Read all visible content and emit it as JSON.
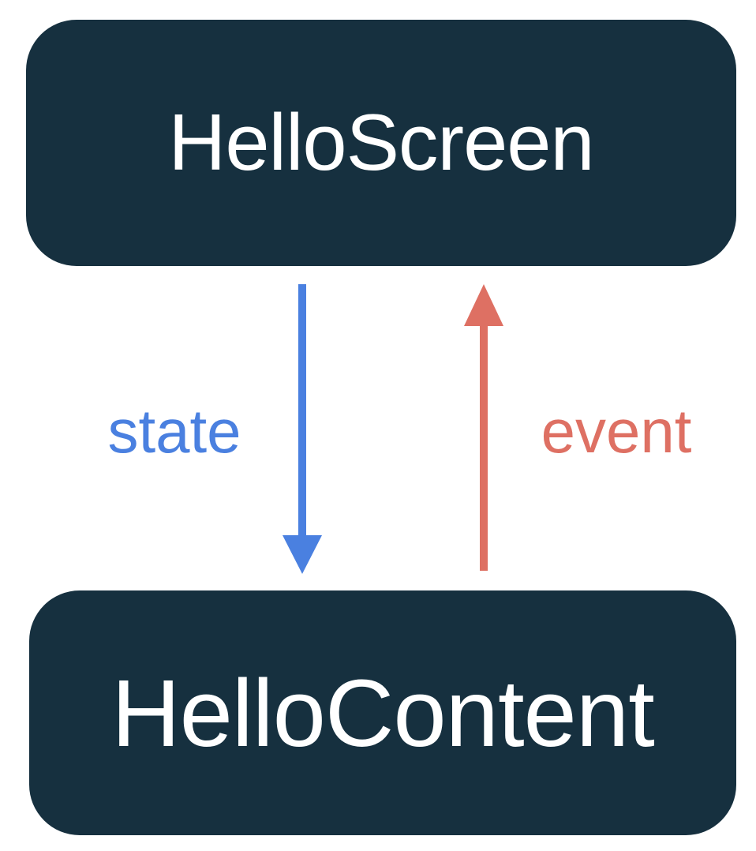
{
  "diagram": {
    "title": "unidirectional-data-flow",
    "nodes": [
      {
        "id": "hello-screen",
        "label": "HelloScreen"
      },
      {
        "id": "hello-content",
        "label": "HelloContent"
      }
    ],
    "arrows": [
      {
        "id": "state",
        "label": "state",
        "direction": "down",
        "from": "hello-screen",
        "to": "hello-content"
      },
      {
        "id": "event",
        "label": "event",
        "direction": "up",
        "from": "hello-content",
        "to": "hello-screen"
      }
    ],
    "colors": {
      "node_background": "#16303F",
      "node_text": "#FFFFFF",
      "state_blue": "#4A80E0",
      "event_red": "#DE7063",
      "page_background": "#FFFFFF"
    }
  }
}
